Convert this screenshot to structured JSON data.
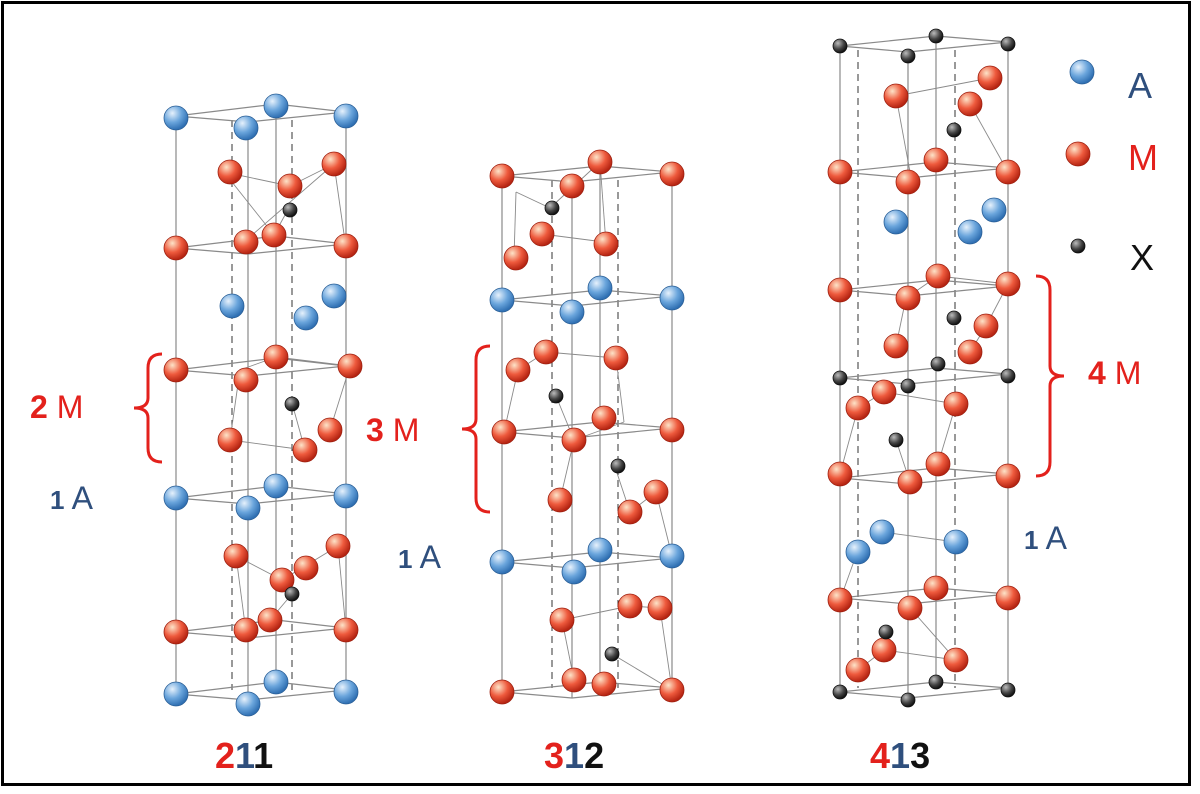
{
  "colors": {
    "A": "#5b9bd5",
    "M": "#e8553e",
    "X": "#333333",
    "red_text": "#e3211c",
    "blue_text": "#2f4f7d"
  },
  "legend": [
    {
      "symbol": "A",
      "atom": "A"
    },
    {
      "symbol": "M",
      "atom": "M"
    },
    {
      "symbol": "X",
      "atom": "X"
    }
  ],
  "structures": [
    {
      "id": "211",
      "m_label": {
        "n": "2",
        "sym": "M"
      },
      "a_label": {
        "n": "1",
        "sym": "A"
      },
      "title": {
        "m": "2",
        "a": "1",
        "x": "1"
      }
    },
    {
      "id": "312",
      "m_label": {
        "n": "3",
        "sym": "M"
      },
      "a_label": {
        "n": "1",
        "sym": "A"
      },
      "title": {
        "m": "3",
        "a": "1",
        "x": "2"
      }
    },
    {
      "id": "413",
      "m_label": {
        "n": "4",
        "sym": "M"
      },
      "a_label": {
        "n": "1",
        "sym": "A"
      },
      "title": {
        "m": "4",
        "a": "1",
        "x": "3"
      }
    }
  ]
}
